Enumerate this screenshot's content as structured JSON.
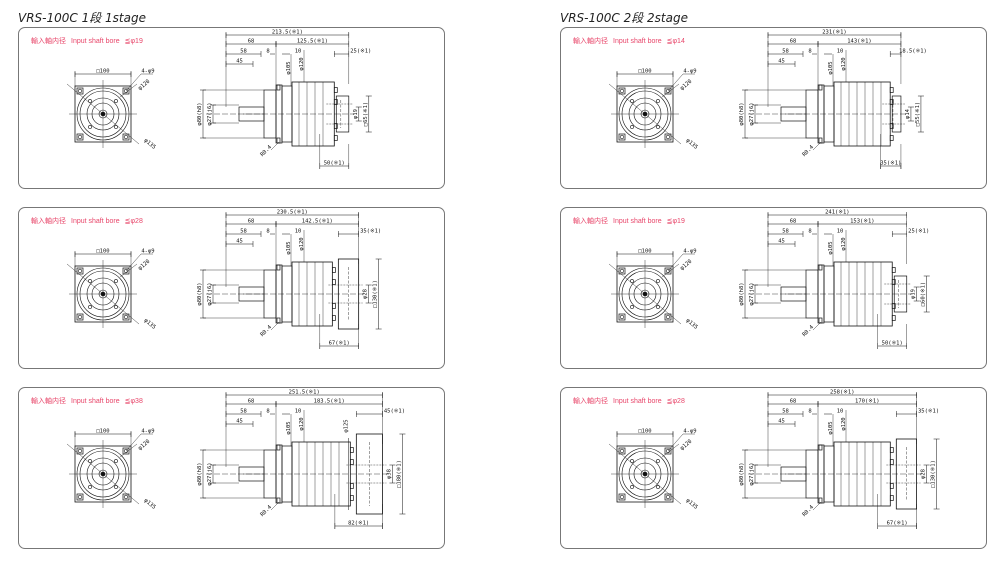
{
  "titles": [
    "VRS-100C 1段 1stage",
    "VRS-100C 2段 2stage"
  ],
  "panels": [
    {
      "type": "shaft",
      "bore_jp": "輸入軸内径",
      "bore_en": "Input shaft bore",
      "bore_val": "≦φ19",
      "front": {
        "square": "□100",
        "holes": "4-φ9",
        "pcd": "φ120",
        "outer": "φ135"
      },
      "dims": {
        "total": "213.5(※1)",
        "d68": "68",
        "tail": "125.5(※1)",
        "d58": "58",
        "d8": "8",
        "d10": "10",
        "d45": "45",
        "out_top": "25(※1)",
        "out_bottom": "50(※1)",
        "out_dia": "φ19",
        "out_sq": "□65(※1)",
        "dia105": "φ105",
        "dia120": "φ120",
        "in_pilot": "φ80(h8)",
        "in_shaft": "φ27(j6)",
        "chamfer": "R0.4"
      },
      "tail_mm": 125.5,
      "out_mm": 25,
      "bottom_mm": 50
    },
    {
      "type": "shaft",
      "bore_jp": "輸入軸内径",
      "bore_en": "Input shaft bore",
      "bore_val": "≦φ14",
      "front": {
        "square": "□100",
        "holes": "4-φ9",
        "pcd": "φ120",
        "outer": "φ135"
      },
      "dims": {
        "total": "231(※1)",
        "d68": "68",
        "tail": "143(※1)",
        "d58": "58",
        "d8": "8",
        "d10": "10",
        "d45": "45",
        "out_top": "18.5(※1)",
        "out_bottom": "35(※1)",
        "out_dia": "φ14",
        "out_sq": "□55(※1)",
        "dia105": "φ105",
        "dia120": "φ120",
        "in_pilot": "φ80(h8)",
        "in_shaft": "φ27(j6)",
        "chamfer": "R0.4"
      },
      "tail_mm": 143,
      "out_mm": 18.5,
      "bottom_mm": 35
    },
    {
      "type": "housing",
      "bore_jp": "輸入軸内径",
      "bore_en": "Input shaft bore",
      "bore_val": "≦φ28",
      "front": {
        "square": "□100",
        "holes": "4-φ9",
        "pcd": "φ120",
        "outer": "φ135"
      },
      "dims": {
        "total": "230.5(※1)",
        "d68": "68",
        "tail": "142.5(※1)",
        "d58": "58",
        "d8": "8",
        "d10": "10",
        "d45": "45",
        "out_top": "35(※1)",
        "out_bottom": "67(※1)",
        "out_dia": "φ28",
        "out_sq": "□130(※1)",
        "dia105": "φ105",
        "dia120": "φ120",
        "in_pilot": "φ80(h8)",
        "in_shaft": "φ27(j6)",
        "chamfer": "R0.4"
      },
      "tail_mm": 142.5,
      "out_mm": 35,
      "bottom_mm": 67
    },
    {
      "type": "shaft",
      "bore_jp": "輸入軸内径",
      "bore_en": "Input shaft bore",
      "bore_val": "≦φ19",
      "front": {
        "square": "□100",
        "holes": "4-φ9",
        "pcd": "φ120",
        "outer": "φ135"
      },
      "dims": {
        "total": "241(※1)",
        "d68": "68",
        "tail": "153(※1)",
        "d58": "58",
        "d8": "8",
        "d10": "10",
        "d45": "45",
        "out_top": "25(※1)",
        "out_bottom": "50(※1)",
        "out_dia": "φ19",
        "out_sq": "□60(※1)",
        "dia105": "φ105",
        "dia120": "φ120",
        "in_pilot": "φ80(h8)",
        "in_shaft": "φ27(j6)",
        "chamfer": "R0.4"
      },
      "tail_mm": 153,
      "out_mm": 25,
      "bottom_mm": 50
    },
    {
      "type": "housing",
      "bore_jp": "輸入軸内径",
      "bore_en": "Input shaft bore",
      "bore_val": "≦φ38",
      "front": {
        "square": "□100",
        "holes": "4-φ9",
        "pcd": "φ120",
        "outer": "φ135"
      },
      "dims": {
        "total": "251.5(※1)",
        "d68": "68",
        "tail": "183.5(※1)",
        "d58": "58",
        "d8": "8",
        "d10": "10",
        "d45": "45",
        "out_top": "45(※1)",
        "out_bottom": "82(※1)",
        "out_dia": "φ38",
        "out_sq": "□180(※1)",
        "dia105": "φ105",
        "dia120": "φ120",
        "dia125": "φ125",
        "in_pilot": "φ80(h8)",
        "in_shaft": "φ27(j6)",
        "chamfer": "R0.4"
      },
      "tail_mm": 183.5,
      "out_mm": 45,
      "bottom_mm": 82
    },
    {
      "type": "housing",
      "bore_jp": "輸入軸内径",
      "bore_en": "Input shaft bore",
      "bore_val": "≦φ28",
      "front": {
        "square": "□100",
        "holes": "4-φ9",
        "pcd": "φ120",
        "outer": "φ135"
      },
      "dims": {
        "total": "258(※1)",
        "d68": "68",
        "tail": "170(※1)",
        "d58": "58",
        "d8": "8",
        "d10": "10",
        "d45": "45",
        "out_top": "35(※1)",
        "out_bottom": "67(※1)",
        "out_dia": "φ28",
        "out_sq": "□130(※1)",
        "dia105": "φ105",
        "dia120": "φ120",
        "in_pilot": "φ80(h8)",
        "in_shaft": "φ27(j6)",
        "chamfer": "R0.4"
      },
      "tail_mm": 170,
      "out_mm": 35,
      "bottom_mm": 67
    }
  ]
}
